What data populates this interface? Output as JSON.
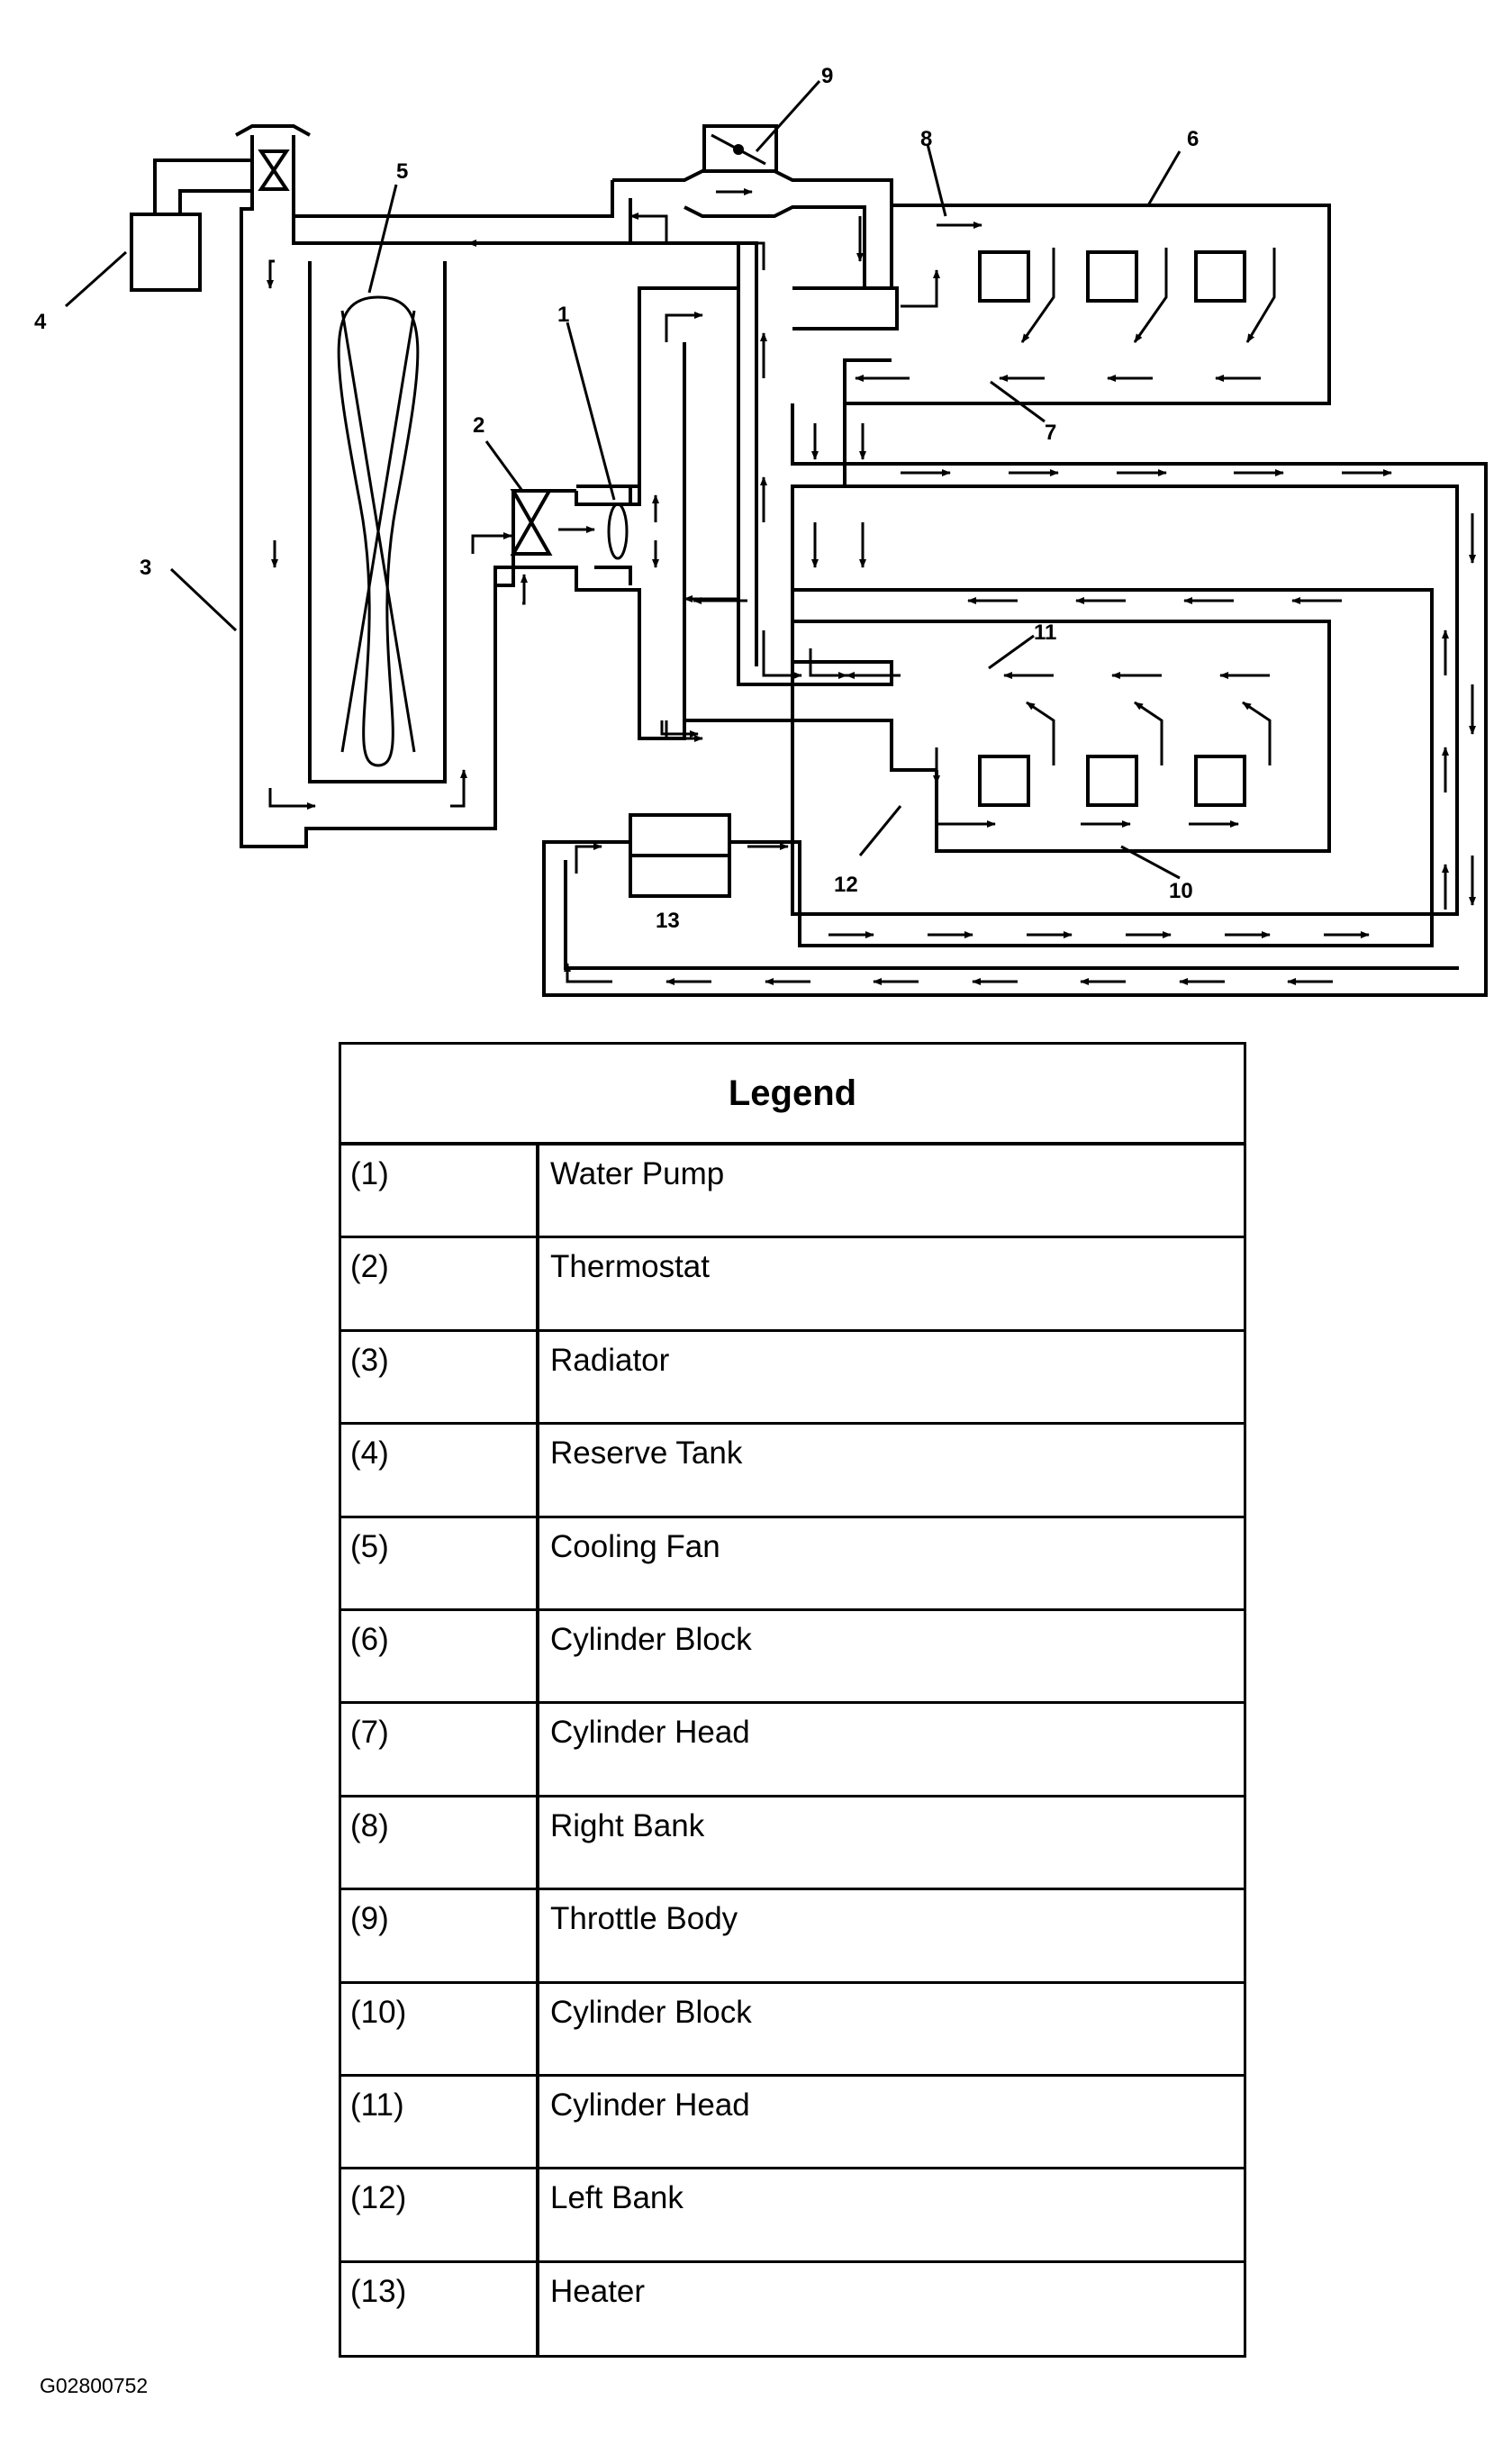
{
  "diagram": {
    "callouts": [
      "1",
      "2",
      "3",
      "4",
      "5",
      "6",
      "7",
      "8",
      "9",
      "10",
      "11",
      "12",
      "13"
    ]
  },
  "legend": {
    "title": "Legend",
    "items": [
      {
        "num": "(1)",
        "label": "Water Pump"
      },
      {
        "num": "(2)",
        "label": "Thermostat"
      },
      {
        "num": "(3)",
        "label": "Radiator"
      },
      {
        "num": "(4)",
        "label": "Reserve Tank"
      },
      {
        "num": "(5)",
        "label": "Cooling Fan"
      },
      {
        "num": "(6)",
        "label": "Cylinder Block"
      },
      {
        "num": "(7)",
        "label": "Cylinder Head"
      },
      {
        "num": "(8)",
        "label": "Right Bank"
      },
      {
        "num": "(9)",
        "label": "Throttle Body"
      },
      {
        "num": "(10)",
        "label": "Cylinder Block"
      },
      {
        "num": "(11)",
        "label": "Cylinder Head"
      },
      {
        "num": "(12)",
        "label": "Left Bank"
      },
      {
        "num": "(13)",
        "label": "Heater"
      }
    ]
  },
  "figure_code": "G02800752"
}
